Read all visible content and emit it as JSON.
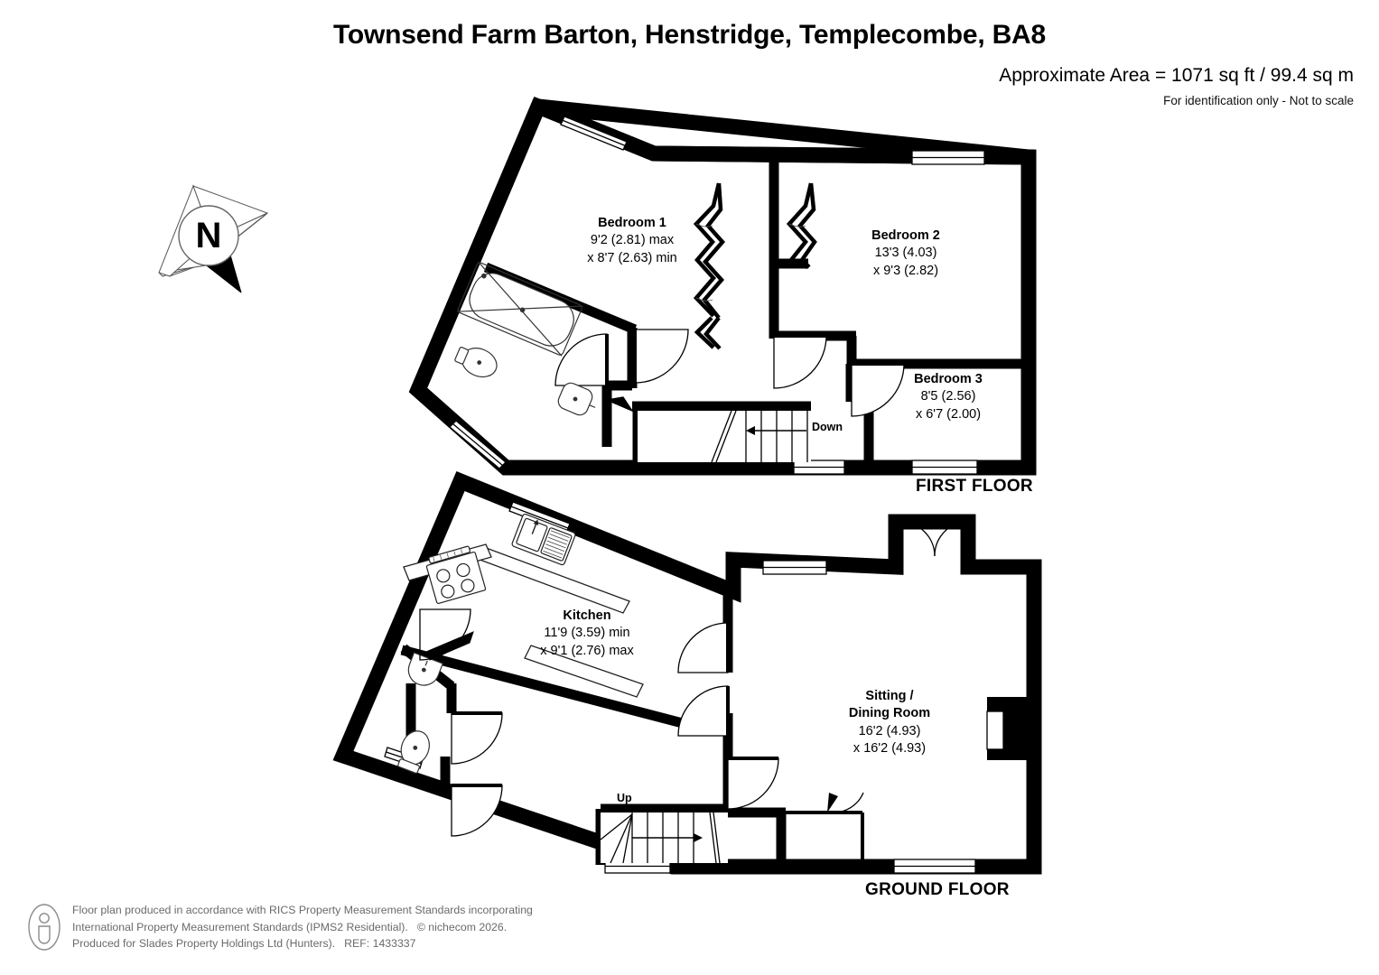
{
  "header": {
    "title": "Townsend Farm Barton, Henstridge, Templecombe, BA8",
    "area": "Approximate Area = 1071 sq ft / 99.4 sq m",
    "scale_note": "For identification only - Not to scale"
  },
  "compass": {
    "label": "N",
    "icon": "compass-rose-icon"
  },
  "floors": [
    {
      "id": "first",
      "caption": "FIRST FLOOR",
      "rooms": [
        {
          "name": "Bedroom 1",
          "dim1": "9'2 (2.81) max",
          "dim2": "x 8'7 (2.63) min"
        },
        {
          "name": "Bedroom 2",
          "dim1": "13'3 (4.03)",
          "dim2": "x 9'3 (2.82)"
        },
        {
          "name": "Bedroom 3",
          "dim1": "8'5 (2.56)",
          "dim2": "x 6'7 (2.00)"
        }
      ],
      "stair_label": "Down"
    },
    {
      "id": "ground",
      "caption": "GROUND FLOOR",
      "rooms": [
        {
          "name": "Kitchen",
          "dim1": "11'9 (3.59) min",
          "dim2": "x 9'1 (2.76) max"
        },
        {
          "name": "Sitting /",
          "name2": "Dining Room",
          "dim1": "16'2 (4.93)",
          "dim2": "x 16'2 (4.93)"
        }
      ],
      "stair_label": "Up"
    }
  ],
  "footer": {
    "icon": "info-person-icon",
    "line1": "Floor plan produced in accordance with RICS Property Measurement Standards incorporating",
    "line2a": "International Property Measurement Standards (IPMS2 Residential).",
    "line2b": "© nichecom 2026.",
    "line3a": "Produced for Slades Property Holdings Ltd (Hunters).",
    "line3b": "REF: 1433337"
  },
  "colors": {
    "wall": "#000000",
    "background": "#ffffff",
    "fixture_stroke": "#1a1a1a",
    "footer_text": "#6a6a6a"
  }
}
